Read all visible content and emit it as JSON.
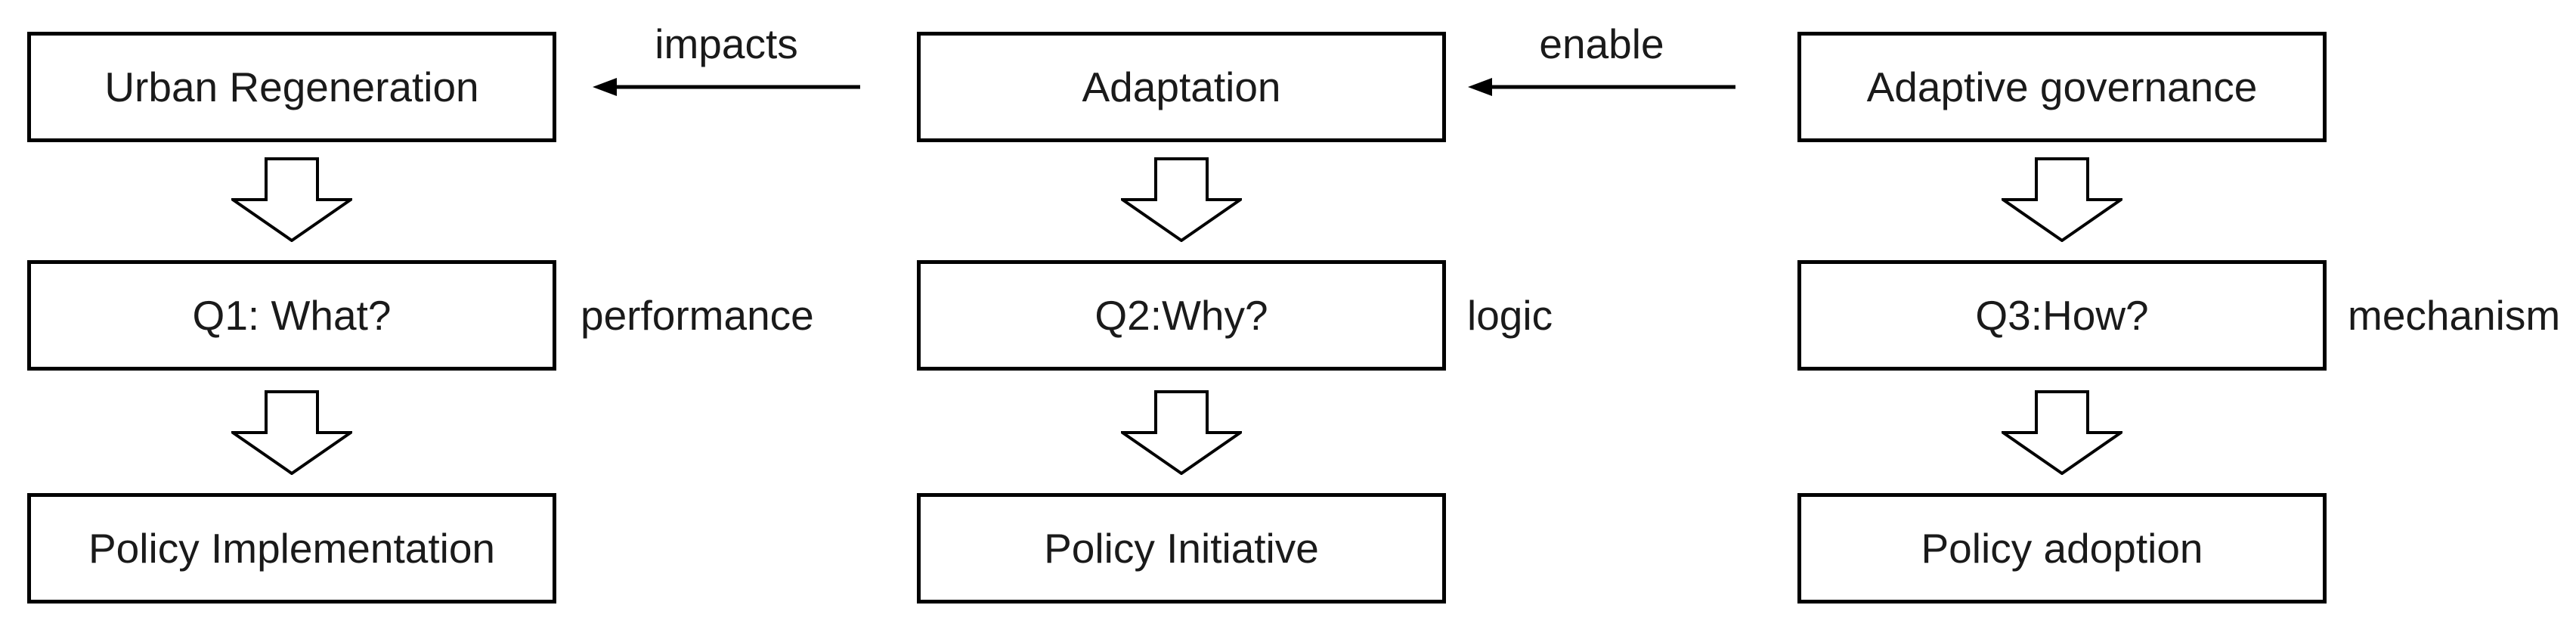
{
  "diagram": {
    "columns": [
      {
        "top": "Urban Regeneration",
        "question": "Q1: What?",
        "aspect": "performance",
        "bottom": "Policy Implementation"
      },
      {
        "top": "Adaptation",
        "question": "Q2:Why?",
        "aspect": "logic",
        "bottom": "Policy Initiative"
      },
      {
        "top": "Adaptive governance",
        "question": "Q3:How?",
        "aspect": "mechanism",
        "bottom": "Policy adoption"
      }
    ],
    "connectors": [
      {
        "label": "impacts",
        "direction": "left"
      },
      {
        "label": "enable",
        "direction": "left"
      }
    ],
    "colors": {
      "stroke": "#000000",
      "fill": "#ffffff",
      "text": "#1a1a1a"
    }
  }
}
